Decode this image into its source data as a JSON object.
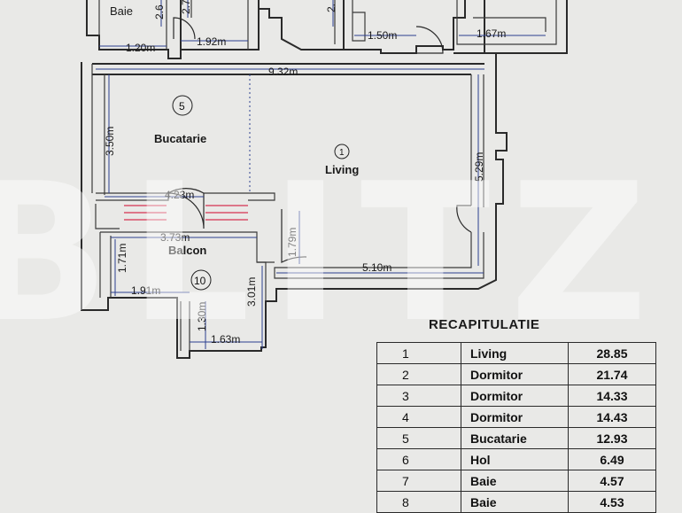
{
  "rooms": {
    "baie_top": "Baie",
    "bucatarie": "Bucatarie",
    "living": "Living",
    "balcon": "Balcon"
  },
  "room_numbers": {
    "bucatarie": "5",
    "living": "1",
    "balcon": "10"
  },
  "dimensions": {
    "d_2_6": "2.6",
    "d_2_7": "2.7",
    "d_2_top": "2.",
    "d_1_20": "1.20m",
    "d_1_92": "1.92m",
    "d_1_50": "1.50m",
    "d_1_67": "1.67m",
    "d_9_32": "9.32m",
    "d_3_50": "3.50m",
    "d_5_29": "5.29m",
    "d_4_23": "4.23m",
    "d_3_73": "3.73m",
    "d_1_79": "1.79m",
    "d_5_10": "5.10m",
    "d_1_71": "1.71m",
    "d_1_91": "1.91m",
    "d_3_01": "3.01m",
    "d_1_30": "1.30m",
    "d_1_63": "1.63m"
  },
  "watermark": "BLITZ",
  "recap": {
    "title": "RECAPITULATIE",
    "rows": [
      {
        "nr": "1",
        "name": "Living",
        "area": "28.85"
      },
      {
        "nr": "2",
        "name": "Dormitor",
        "area": "21.74"
      },
      {
        "nr": "3",
        "name": "Dormitor",
        "area": "14.33"
      },
      {
        "nr": "4",
        "name": "Dormitor",
        "area": "14.43"
      },
      {
        "nr": "5",
        "name": "Bucatarie",
        "area": "12.93"
      },
      {
        "nr": "6",
        "name": "Hol",
        "area": "6.49"
      },
      {
        "nr": "7",
        "name": "Baie",
        "area": "4.57"
      },
      {
        "nr": "8",
        "name": "Baie",
        "area": "4.53"
      }
    ]
  }
}
